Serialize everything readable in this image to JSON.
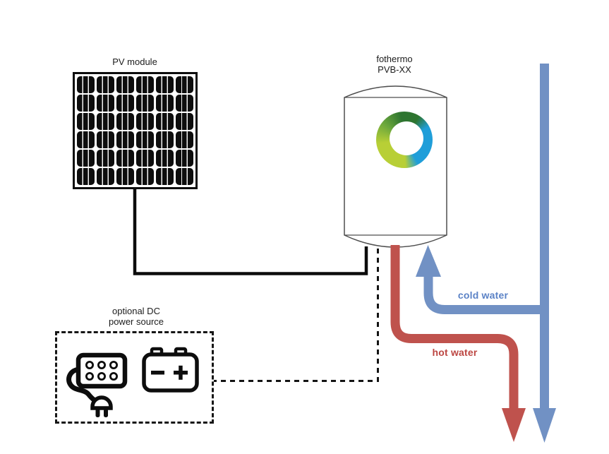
{
  "pv_module": {
    "label": "PV module",
    "rows": 6,
    "cols": 6
  },
  "boiler": {
    "label_line1": "fothermo",
    "label_line2": "PVB-XX"
  },
  "dc_source": {
    "label_line1": "optional DC",
    "label_line2": "power source"
  },
  "cold_water": {
    "label": "cold water",
    "pipe_color": "#7191c4",
    "label_color": "#5b82c6"
  },
  "hot_water": {
    "label": "hot water",
    "pipe_color": "#bf524d",
    "label_color": "#bc4642"
  },
  "logo_colors": {
    "dark_green": "#2e7530",
    "green": "#6ca83c",
    "lime": "#b8cf36",
    "blue": "#1f9ed9"
  },
  "icons": [
    "fothermo-logo",
    "power-supply-icon",
    "battery-icon",
    "arrow-up-icon",
    "arrow-down-icon"
  ]
}
